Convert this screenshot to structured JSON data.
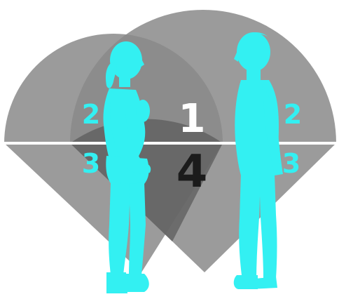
{
  "labels": {
    "zone_1": "1",
    "zone_4": "4",
    "left_zone_2": "2",
    "left_zone_3": "3",
    "right_zone_2": "2",
    "right_zone_3": "3"
  },
  "colors": {
    "background": "#ffffff",
    "zone_gray": "#7f7f7f",
    "overlap_gray": "#5f5f5f",
    "divider": "#ffffff",
    "silhouette": "#33f0f2",
    "label_white": "#ffffff",
    "label_black": "#1b1b1b",
    "label_cyan": "#33f0f2"
  },
  "icons": {
    "left_person": "woman-silhouette-icon",
    "right_person": "man-silhouette-icon"
  }
}
